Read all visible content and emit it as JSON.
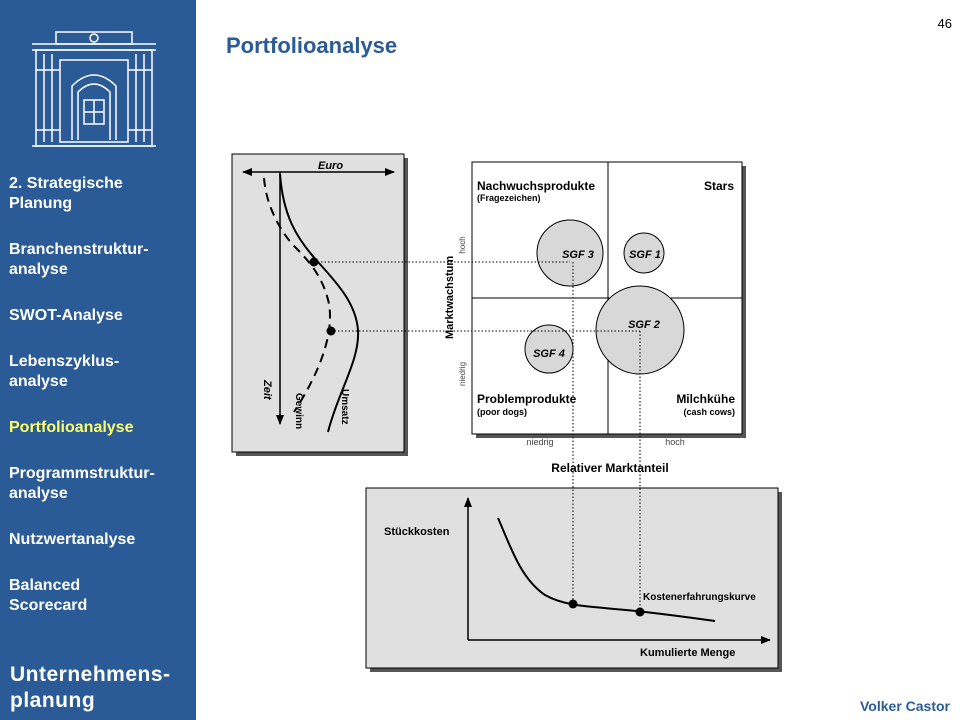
{
  "page_number": "46",
  "title": "Portfolioanalyse",
  "author": "Volker Castor",
  "sidebar": {
    "items": [
      {
        "label": "2. Strategische\n   Planung",
        "active": false
      },
      {
        "label": "Branchenstruktur-\nanalyse",
        "active": false
      },
      {
        "label": "SWOT-Analyse",
        "active": false
      },
      {
        "label": "Lebenszyklus-\nanalyse",
        "active": false
      },
      {
        "label": "Portfolioanalyse",
        "active": true
      },
      {
        "label": "Programmstruktur-\nanalyse",
        "active": false
      },
      {
        "label": "Nutzwertanalyse",
        "active": false
      },
      {
        "label": "Balanced\nScorecard",
        "active": false
      }
    ],
    "main_label": "Unternehmens-\nplanung"
  },
  "lifecycle": {
    "euro_label": "Euro",
    "time_label": "Zeit",
    "profit_label": "Gewinn",
    "revenue_label": "Umsatz"
  },
  "matrix": {
    "quadrants": {
      "top_left": {
        "title": "Nachwuchsprodukte",
        "subtitle": "(Fragezeichen)"
      },
      "top_right": {
        "title": "Stars",
        "subtitle": ""
      },
      "bottom_left": {
        "title": "Problemprodukte",
        "subtitle": "(poor dogs)"
      },
      "bottom_right": {
        "title": "Milchkühe",
        "subtitle": "(cash cows)"
      }
    },
    "y_axis_label": "Marktwachstum",
    "y_high": "hoch",
    "y_low": "niedrig",
    "x_low": "niedrig",
    "x_high": "hoch",
    "x_axis_label": "Relativer Marktanteil",
    "sgfs": [
      "SGF 3",
      "SGF 1",
      "SGF 2",
      "SGF 4"
    ]
  },
  "experience": {
    "y_label": "Stückkosten",
    "curve_label": "Kostenerfahrungskurve",
    "x_label": "Kumulierte Menge"
  },
  "colors": {
    "sidebar": "#2a5b96",
    "active_nav": "#ffff66",
    "panel": "#e0e0e0",
    "bubble": "#d8d8d8"
  }
}
